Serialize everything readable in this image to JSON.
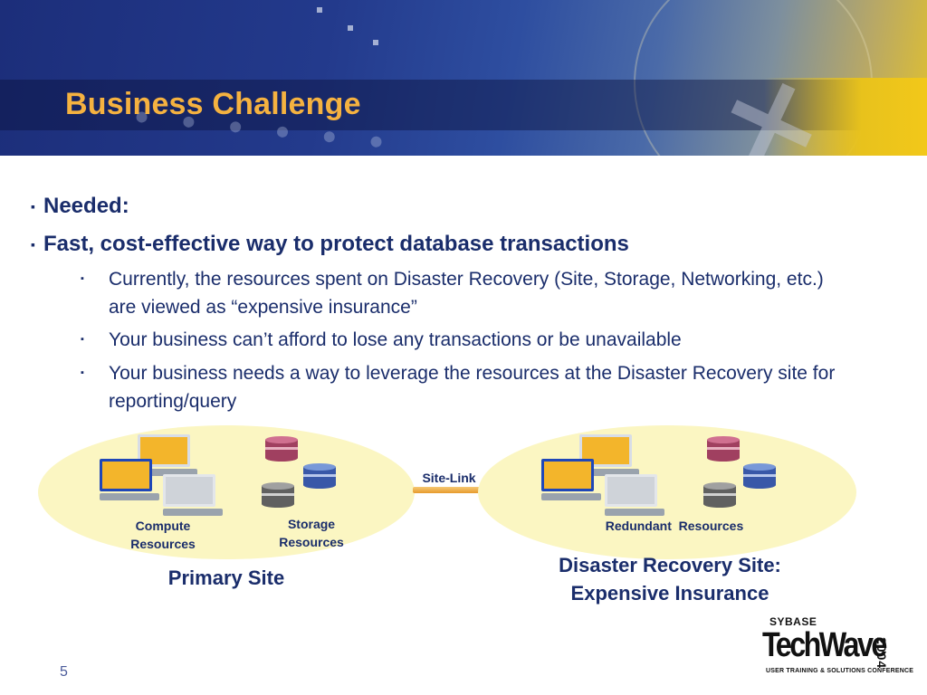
{
  "slide": {
    "title": "Business Challenge",
    "page_number": "5"
  },
  "bullets": [
    {
      "level": 1,
      "text": "Needed:"
    },
    {
      "level": 1,
      "text": "Fast, cost-effective way to protect database transactions"
    },
    {
      "level": 2,
      "text": "Currently, the resources spent on Disaster Recovery (Site, Storage, Networking, etc.) are viewed as “expensive insurance”"
    },
    {
      "level": 2,
      "text": "Your business can’t afford to lose any transactions or be unavailable"
    },
    {
      "level": 2,
      "text": "Your business needs a way to leverage the resources at the Disaster Recovery site for reporting/query"
    }
  ],
  "diagram": {
    "primary": {
      "compute_label_1": "Compute",
      "compute_label_2": "Resources",
      "storage_label_1": "Storage",
      "storage_label_2": "Resources",
      "site_title": "Primary Site"
    },
    "link_label": "Site-Link",
    "dr": {
      "resources_label": "Redundant  Resources",
      "site_title_1": "Disaster Recovery Site:",
      "site_title_2": "Expensive Insurance"
    }
  },
  "logo": {
    "brand": "SYBASE",
    "product": "TechWave",
    "year": "2004",
    "tagline": "USER TRAINING & SOLUTIONS CONFERENCE"
  },
  "colors": {
    "title": "#f5b240",
    "text": "#1a2d6b",
    "ellipse_fill": "#fbf6c2",
    "link": "#e69a2c"
  }
}
